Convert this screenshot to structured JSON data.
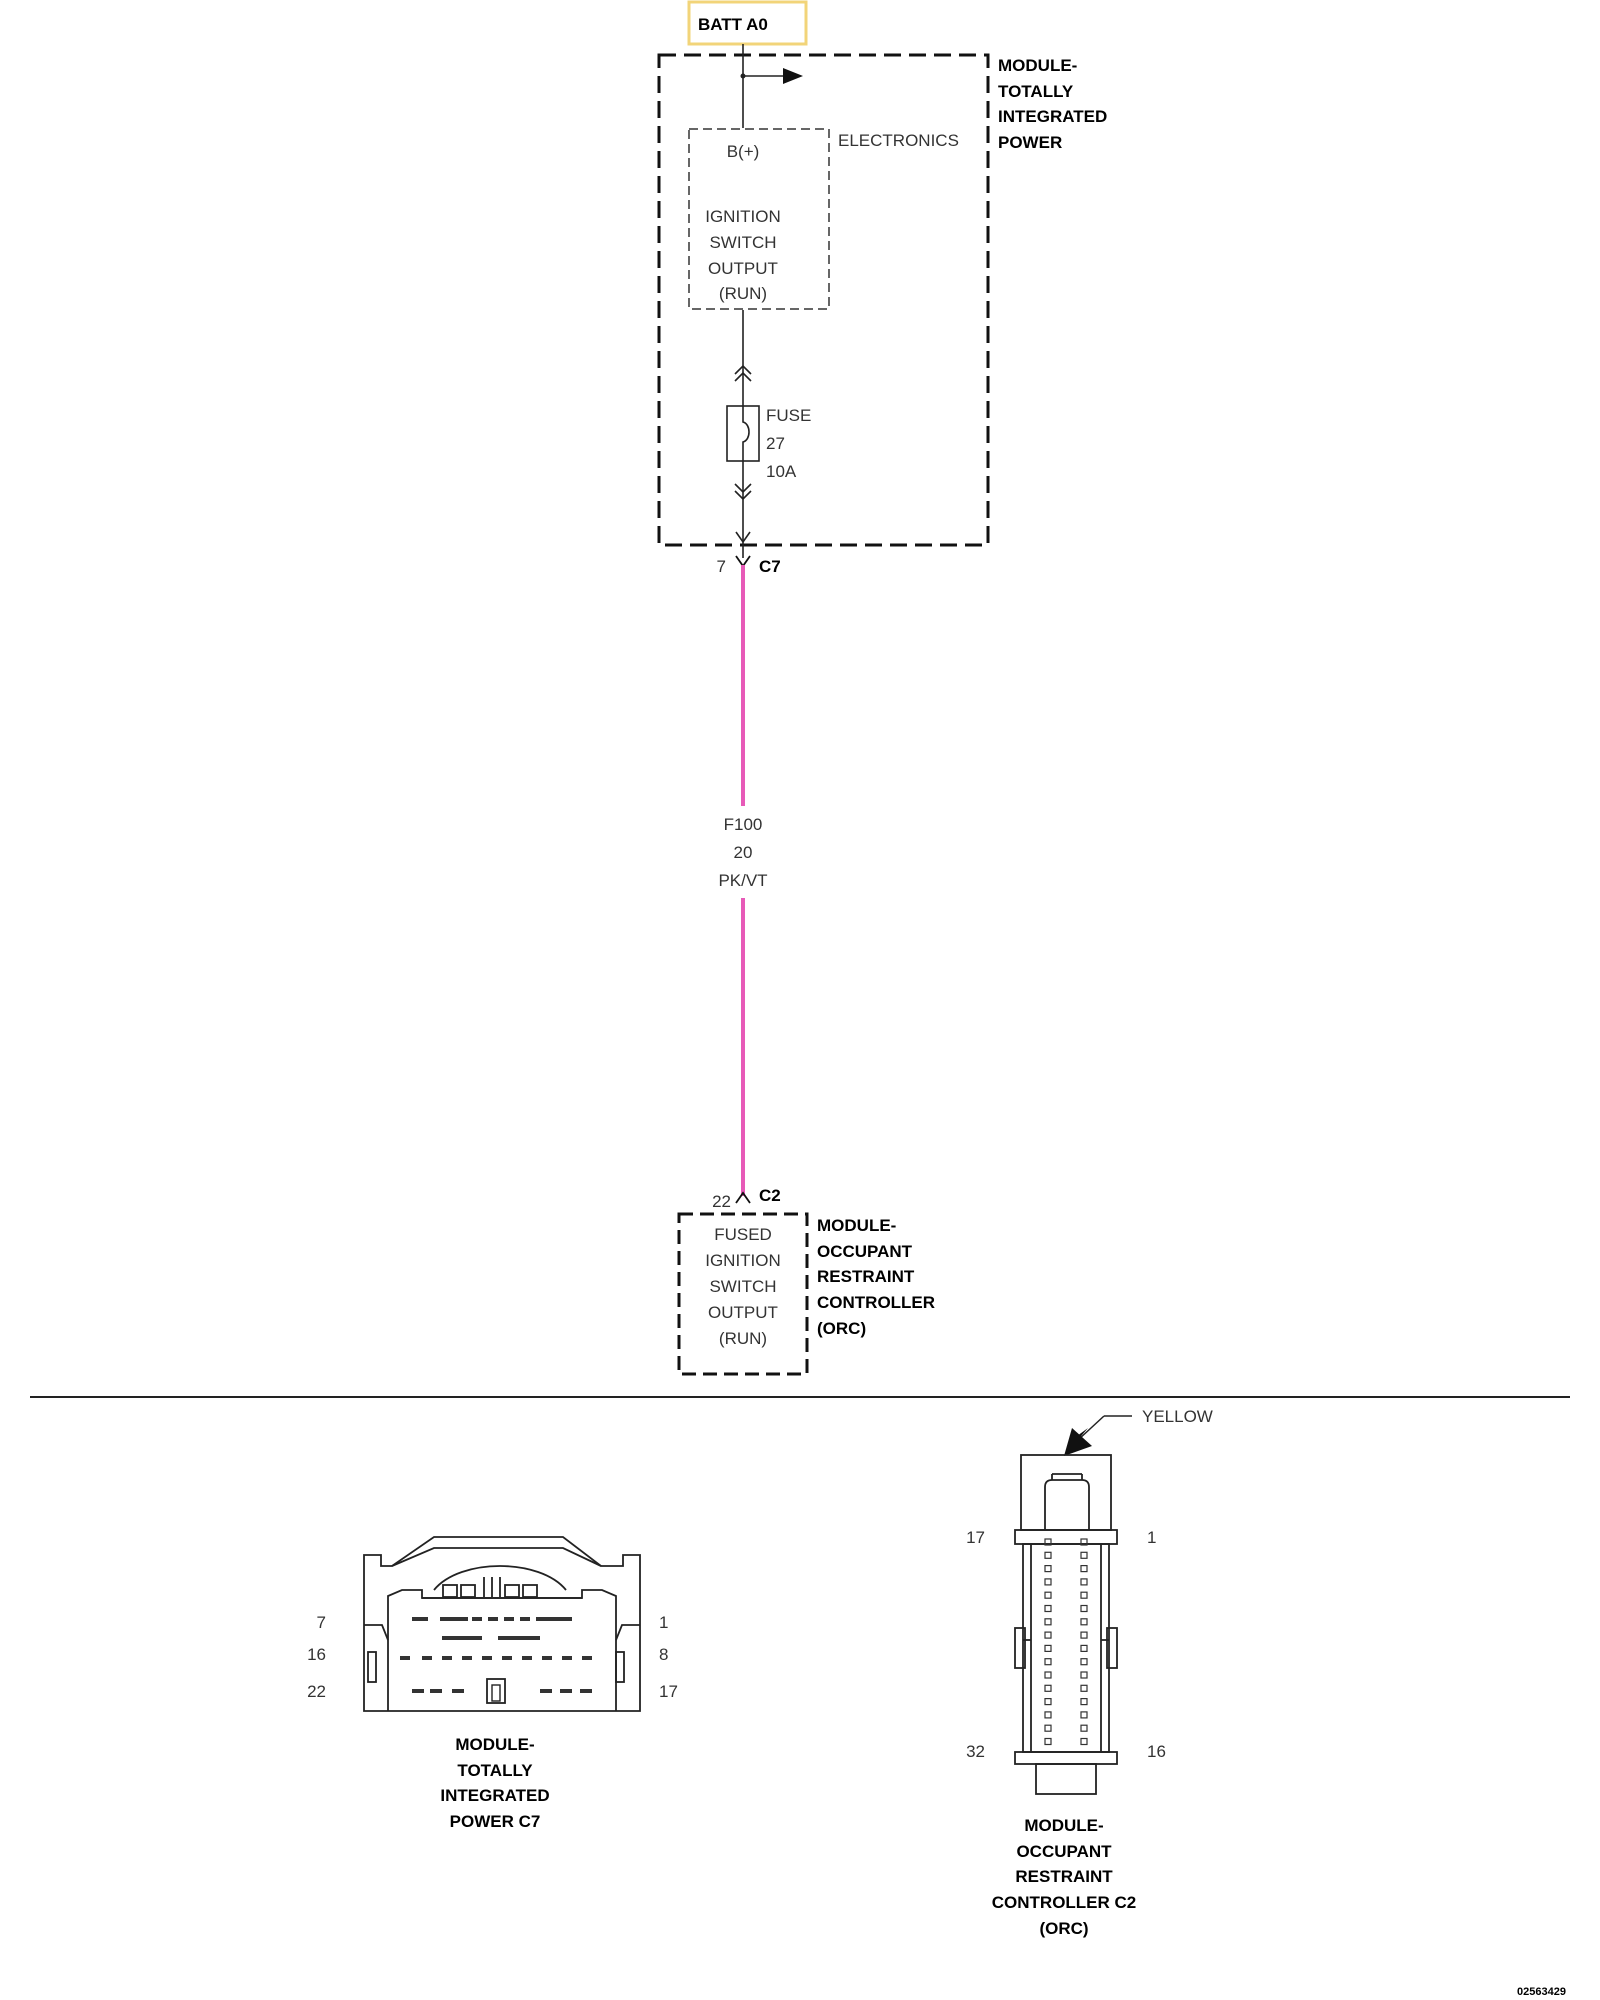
{
  "colors": {
    "wire": "#e75ab8",
    "batt_box": "#f2d479"
  },
  "batt": {
    "label": "BATT A0"
  },
  "tipm": {
    "name_lines": [
      "MODULE-",
      "TOTALLY",
      "INTEGRATED",
      "POWER"
    ],
    "electronics_label": "ELECTRONICS",
    "bplus_label": "B(+)",
    "output_lines": [
      "IGNITION",
      "SWITCH",
      "OUTPUT",
      "(RUN)"
    ],
    "fuse_lines": [
      "FUSE",
      "27",
      "10A"
    ],
    "connector": {
      "pin": "7",
      "name": "C7"
    }
  },
  "wire": {
    "circuit": "F100",
    "gauge": "20",
    "color_code": "PK/VT"
  },
  "orc": {
    "connector": {
      "pin": "22",
      "name": "C2"
    },
    "input_lines": [
      "FUSED",
      "IGNITION",
      "SWITCH",
      "OUTPUT",
      "(RUN)"
    ],
    "name_lines": [
      "MODULE-",
      "OCCUPANT",
      "RESTRAINT",
      "CONTROLLER",
      "(ORC)"
    ]
  },
  "c7_view": {
    "pins_left": [
      "7",
      "16",
      "22"
    ],
    "pins_right": [
      "1",
      "8",
      "17"
    ],
    "title_lines": [
      "MODULE-",
      "TOTALLY",
      "INTEGRATED",
      "POWER C7"
    ]
  },
  "c2_view": {
    "color_label": "YELLOW",
    "pins_left": [
      "17",
      "32"
    ],
    "pins_right": [
      "1",
      "16"
    ],
    "title_lines": [
      "MODULE-",
      "OCCUPANT",
      "RESTRAINT",
      "CONTROLLER C2",
      "(ORC)"
    ]
  },
  "figure_id": "02563429"
}
